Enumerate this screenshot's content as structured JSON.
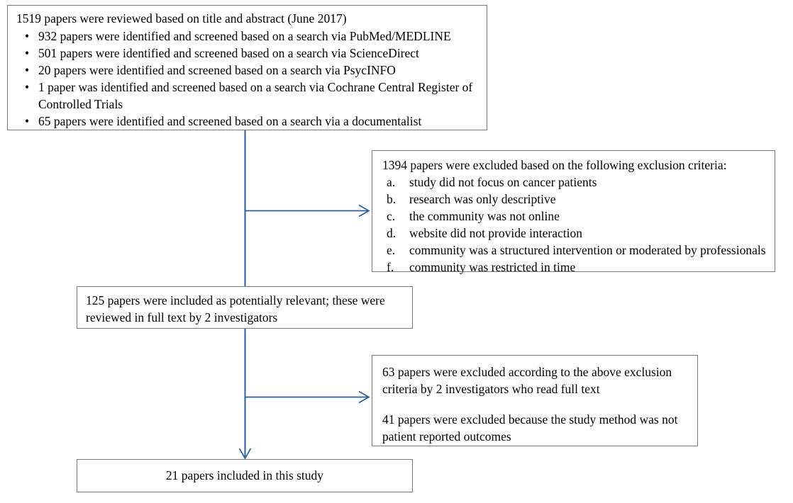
{
  "diagram": {
    "title": "PRISMA-style study selection flowchart",
    "accent_color": "#2f5e97",
    "box_border_color": "#7a7a7a",
    "background_color": "#ffffff"
  },
  "boxes": {
    "sources": {
      "headline": "1519 papers were reviewed based on title and abstract (June 2017)",
      "bullet_glyph": "•",
      "items": [
        "932 papers were identified and screened based on a search via PubMed/MEDLINE",
        "501 papers were identified and screened based on a search via ScienceDirect",
        "20 papers were identified and screened based on a search via PsycINFO",
        "1 paper was identified and screened based on a search via Cochrane Central Register of Controlled Trials",
        "65 papers were identified and screened based on a search via a documentalist"
      ]
    },
    "excluded_criteria": {
      "headline": "1394 papers were excluded based on the following exclusion criteria:",
      "items": [
        {
          "marker": "a.",
          "text": "study did not focus on cancer patients"
        },
        {
          "marker": "b.",
          "text": "research was only descriptive"
        },
        {
          "marker": "c.",
          "text": "the community was not online"
        },
        {
          "marker": "d.",
          "text": "website did not provide interaction"
        },
        {
          "marker": "e.",
          "text": "community was a structured intervention or moderated by professionals"
        },
        {
          "marker": "f.",
          "text": "community was restricted in time"
        }
      ]
    },
    "included_relevant": {
      "text": "125 papers were included as potentially relevant; these were reviewed in full text by 2 investigators"
    },
    "excluded_fulltext": {
      "paragraph_1": "63 papers were excluded according to the above exclusion criteria by 2 investigators who read full text",
      "paragraph_2": "41 papers were excluded because the study method was not patient reported outcomes"
    },
    "final": {
      "text": "21 papers included in this study"
    }
  },
  "connectors": [
    {
      "name": "sources-to-branch",
      "type": "vertical"
    },
    {
      "name": "branch-to-excluded-criteria",
      "type": "horizontal-arrow"
    },
    {
      "name": "branch-to-included-relevant",
      "type": "vertical-arrow"
    },
    {
      "name": "included-to-branch",
      "type": "vertical"
    },
    {
      "name": "branch-to-excluded-fulltext",
      "type": "horizontal-arrow"
    },
    {
      "name": "branch-to-final",
      "type": "vertical-arrow"
    }
  ]
}
